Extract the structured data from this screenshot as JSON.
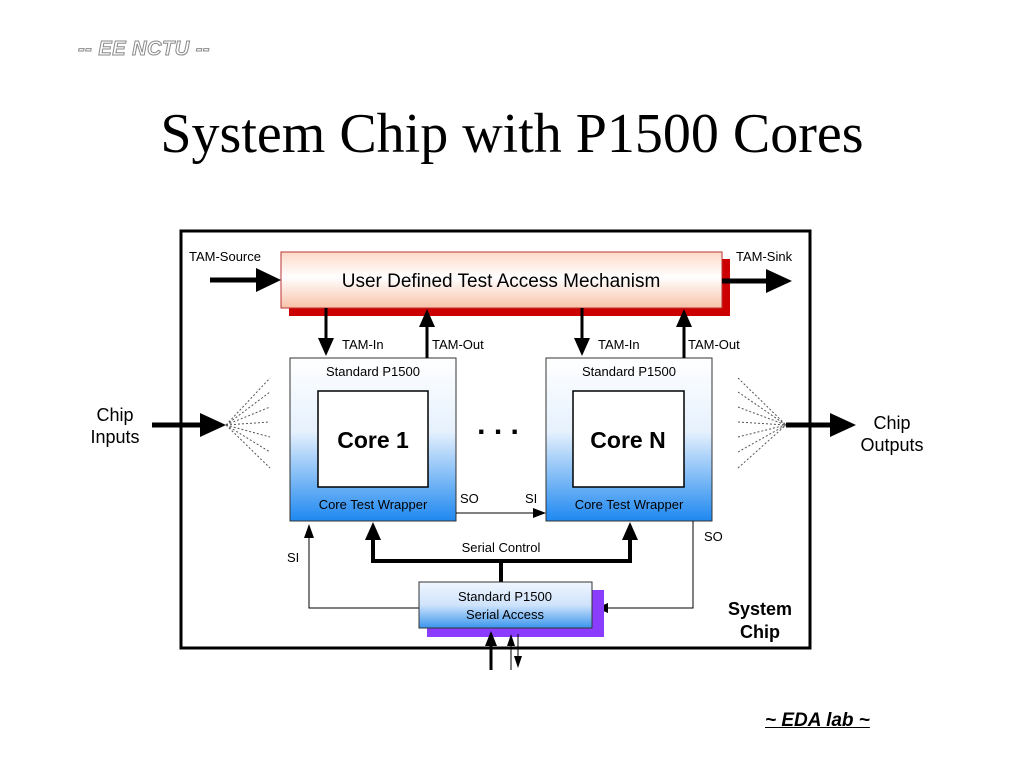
{
  "header_tag": "-- EE NCTU --",
  "title": "System Chip with P1500 Cores",
  "footer_tag": "~ EDA lab ~",
  "diagram": {
    "tam": {
      "label": "User Defined Test Access Mechanism",
      "source_label": "TAM-Source",
      "sink_label": "TAM-Sink"
    },
    "core1": {
      "standard_label": "Standard P1500",
      "core_label": "Core 1",
      "wrapper_label": "Core Test Wrapper",
      "tam_in": "TAM-In",
      "tam_out": "TAM-Out",
      "so": "SO",
      "si": "SI"
    },
    "coreN": {
      "standard_label": "Standard P1500",
      "core_label": "Core N",
      "wrapper_label": "Core Test Wrapper",
      "tam_in": "TAM-In",
      "tam_out": "TAM-Out",
      "si": "SI",
      "so": "SO"
    },
    "ellipsis": ". . .",
    "chip_inputs": [
      "Chip",
      "Inputs"
    ],
    "chip_outputs": [
      "Chip",
      "Outputs"
    ],
    "serial_control": "Serial Control",
    "serial_access": [
      "Standard P1500",
      "Serial Access"
    ],
    "system_chip": [
      "System",
      "Chip"
    ],
    "colors": {
      "tam_shadow": "#cc0000",
      "serial_access_shadow": "#8a3cff",
      "wrapper_blue": "#1e88f0"
    }
  }
}
